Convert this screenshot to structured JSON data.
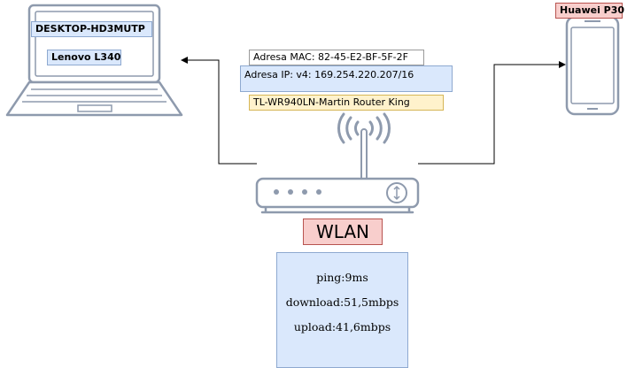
{
  "laptop": {
    "hostname": "DESKTOP-HD3MUTP",
    "model": "Lenovo L340"
  },
  "phone": {
    "model": "Huawei P30"
  },
  "router": {
    "mac": "Adresa MAC: 82-45-E2-BF-5F-2F",
    "ip": "Adresa IP: v4: 169.254.220.207/16",
    "name": "TL-WR940LN-Martin Router King",
    "network_label": "WLAN"
  },
  "stats": {
    "ping": "ping:9ms",
    "download": "download:51,5mbps",
    "upload": "upload:41,6mbps"
  },
  "colors": {
    "blue_fill": "#dae8fc",
    "yellow_fill": "#fff2cc",
    "pink_fill": "#f8cecc",
    "device_fill": "#ffffff",
    "device_stroke": "#8e9aad"
  }
}
